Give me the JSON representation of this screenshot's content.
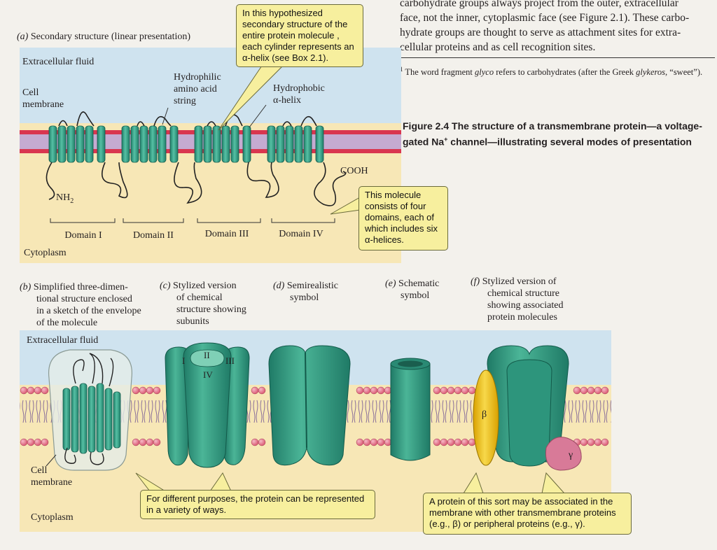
{
  "page": {
    "body_text_lines": [
      "carbohydrate groups always project from the outer, extracellular",
      "face, not the inner, cytoplasmic face (see Figure 2.1). These carbo-",
      "hydrate groups are thought to serve as attachment sites for extra-",
      "cellular proteins and as cell recognition sites."
    ],
    "footnote_prefix": "The word fragment ",
    "footnote_word": "glyco",
    "footnote_middle": " refers to carbohydrates (after the Greek ",
    "footnote_greek": "glykeros",
    "footnote_suffix": ", “sweet”).",
    "footnote_mark": "1"
  },
  "figure": {
    "caption_title": "Figure 2.4  The structure of a transmembrane protein—a voltage-gated Na",
    "caption_sup": "+",
    "caption_rest": " channel—illustrating several modes of presentation",
    "panel_a": {
      "label": "(a)",
      "title": "Secondary structure (linear presentation)",
      "extracellular": "Extracellular fluid",
      "cell_membrane": [
        "Cell",
        "membrane"
      ],
      "hydrophilic": [
        "Hydrophilic",
        "amino acid",
        "string"
      ],
      "hydrophobic": [
        "Hydrophobic",
        "α-helix"
      ],
      "nh2": "NH",
      "nh2_sub": "2",
      "cooh": "COOH",
      "domains": [
        "Domain I",
        "Domain II",
        "Domain III",
        "Domain IV"
      ],
      "cytoplasm": "Cytoplasm",
      "callout_top": "In this hypothesized secondary structure of the entire protein molecule , each cylinder represents an α-helix (see Box 2.1).",
      "callout_right": "This molecule consists of four domains, each of which includes six α-helices."
    },
    "panels_lower": {
      "b_label": "(b)",
      "b_text": [
        "Simplified three-dimen-",
        "tional structure enclosed",
        "in a sketch of the envelope",
        "of the molecule"
      ],
      "c_label": "(c)",
      "c_text": [
        "Stylized version",
        "of chemical",
        "structure showing",
        "subunits"
      ],
      "d_label": "(d)",
      "d_text": [
        "Semirealistic",
        "symbol"
      ],
      "e_label": "(e)",
      "e_text": [
        "Schematic",
        "symbol"
      ],
      "f_label": "(f)",
      "f_text": [
        "Stylized version of",
        "chemical structure",
        "showing associated",
        "protein molecules"
      ],
      "extracellular": "Extracellular fluid",
      "cell_membrane": [
        "Cell",
        "membrane"
      ],
      "cytoplasm": "Cytoplasm",
      "subunits": [
        "I",
        "II",
        "III",
        "IV"
      ],
      "beta": "β",
      "gamma": "γ",
      "callout_left": "For different purposes, the protein can be represented in a variety of ways.",
      "callout_right": "A protein of this sort may be associated in the membrane with other transmembrane proteins (e.g., β) or peripheral proteins (e.g., γ)."
    },
    "colors": {
      "extracellular": "#cfe3ef",
      "cytoplasm": "#f7e7b6",
      "membrane_red": "#d9364f",
      "membrane_purple": "#b89cc4",
      "helix": "#3aa88f",
      "protein_teal": "#2f9c84",
      "beta_yellow": "#f2c318",
      "gamma_pink": "#d87a98",
      "callout": "#f7ef9e"
    }
  }
}
